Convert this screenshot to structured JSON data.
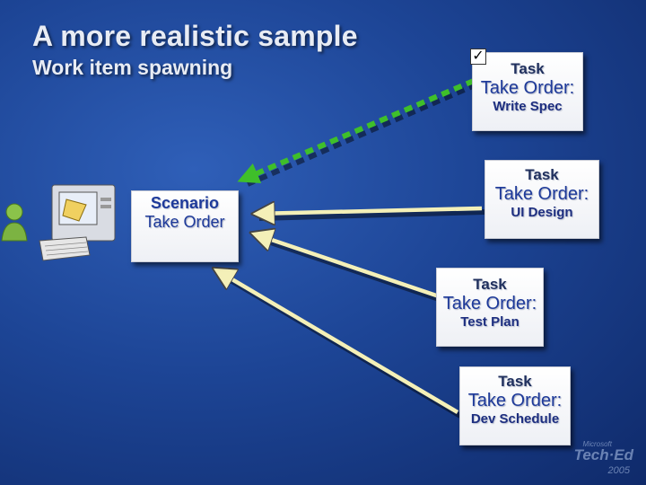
{
  "slide": {
    "title": "A more realistic sample",
    "subtitle": "Work item spawning"
  },
  "scenario_card": {
    "kind": "Scenario",
    "name": "Take Order"
  },
  "tasks": [
    {
      "kind": "Task",
      "name": "Take Order:",
      "detail": "Write Spec",
      "checked": true
    },
    {
      "kind": "Task",
      "name": "Take Order:",
      "detail": "UI Design"
    },
    {
      "kind": "Task",
      "name": "Take Order:",
      "detail": "Test Plan"
    },
    {
      "kind": "Task",
      "name": "Take Order:",
      "detail": "Dev Schedule"
    }
  ],
  "checkbox_mark": "✓",
  "logo": {
    "line1": "Microsoft",
    "line2": "Tech·Ed",
    "line3": "2005"
  },
  "colors": {
    "dashed_arrow": "#3fbf2a",
    "solid_arrow": "#f4f0b8",
    "card_text": "#1e3a9a",
    "background": "#1d4596"
  },
  "icons": [
    "user-icon",
    "computer-icon",
    "check-icon"
  ]
}
